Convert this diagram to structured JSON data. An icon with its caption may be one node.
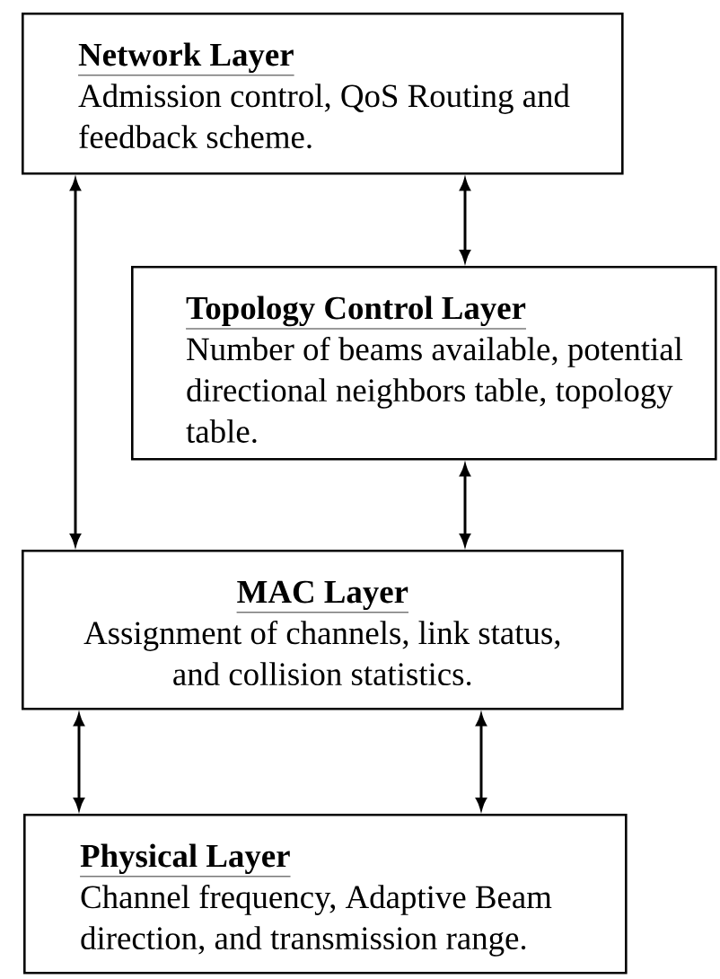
{
  "diagram": {
    "nodes": [
      {
        "text": [
          "Network Layer",
          "Admission control, QoS Routing and feedback scheme."
        ]
      },
      {
        "text": [
          "Topology Control Layer",
          "Number of beams available, potential directional neighbors table, topology table."
        ]
      },
      {
        "text": [
          "MAC Layer",
          "Assignment of channels, link status, and collision statistics."
        ]
      },
      {
        "text": [
          "Physical Layer",
          "Channel frequency, Adaptive Beam direction, and transmission range."
        ]
      }
    ],
    "edges": [
      {
        "from": 0,
        "to": 2,
        "arrow": "both"
      },
      {
        "from": 0,
        "to": 1,
        "arrow": "both"
      },
      {
        "from": 1,
        "to": 2,
        "arrow": "both"
      },
      {
        "from": 2,
        "to": 3,
        "arrow": "both"
      },
      {
        "from": 2,
        "to": 3,
        "arrow": "both"
      }
    ]
  }
}
